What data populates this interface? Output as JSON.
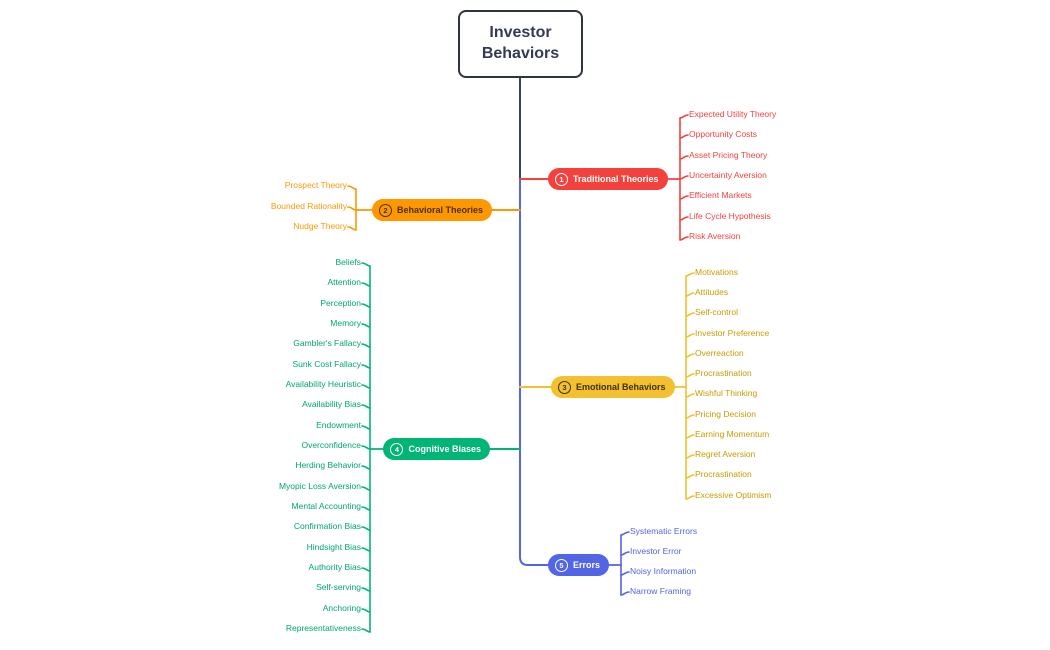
{
  "root": {
    "label": "Investor Behaviors"
  },
  "colors": {
    "background": "#ffffff",
    "trunk_top": "#3b4252"
  },
  "branches": [
    {
      "id": "traditional-theories",
      "number": "1",
      "label": "Traditional Theories",
      "color": "#f5413d",
      "node_text_color": "#ffffff",
      "leaf_text_color": "#f5413d",
      "children": [
        "Expected Utility Theory",
        "Opportunity Costs",
        "Asset Pricing Theory",
        "Uncertainty Aversion",
        "Efficient Markets",
        "Life Cycle Hypothesis",
        "Risk Aversion"
      ]
    },
    {
      "id": "behavioral-theories",
      "number": "2",
      "label": "Behavioral Theories",
      "color": "#ff9800",
      "node_text_color": "#4a2f00",
      "leaf_text_color": "#ff9800",
      "children": [
        "Prospect Theory",
        "Bounded Rationality",
        "Nudge Theory"
      ]
    },
    {
      "id": "emotional-behaviors",
      "number": "3",
      "label": "Emotional Behaviors",
      "color": "#f2c030",
      "node_text_color": "#3d3200",
      "leaf_text_color": "#c79b00",
      "children": [
        "Motivations",
        "Attitudes",
        "Self-control",
        "Investor Preference",
        "Overreaction",
        "Procrastination",
        "Wishful Thinking",
        "Pricing Decision",
        "Earning Momentum",
        "Regret Aversion",
        "Procrastination",
        "Excessive Optimism"
      ]
    },
    {
      "id": "cognitive-biases",
      "number": "4",
      "label": "Cognitive Biases",
      "color": "#00b576",
      "node_text_color": "#ffffff",
      "leaf_text_color": "#00a76b",
      "children": [
        "Beliefs",
        "Attention",
        "Perception",
        "Memory",
        "Gambler's Fallacy",
        "Sunk Cost Fallacy",
        "Availability Heuristic",
        "Availability Bias",
        "Endowment",
        "Overconfidence",
        "Herding Behavior",
        "Myopic Loss Aversion",
        "Mental Accounting",
        "Confirmation Bias",
        "Hindsight Bias",
        "Authority Bias",
        "Self-serving",
        "Anchoring",
        "Representativeness"
      ]
    },
    {
      "id": "errors",
      "number": "5",
      "label": "Errors",
      "color": "#5165e5",
      "node_text_color": "#ffffff",
      "leaf_text_color": "#5165e5",
      "children": [
        "Systematic Errors",
        "Investor Error",
        "Noisy Information",
        "Narrow Framing"
      ]
    }
  ]
}
